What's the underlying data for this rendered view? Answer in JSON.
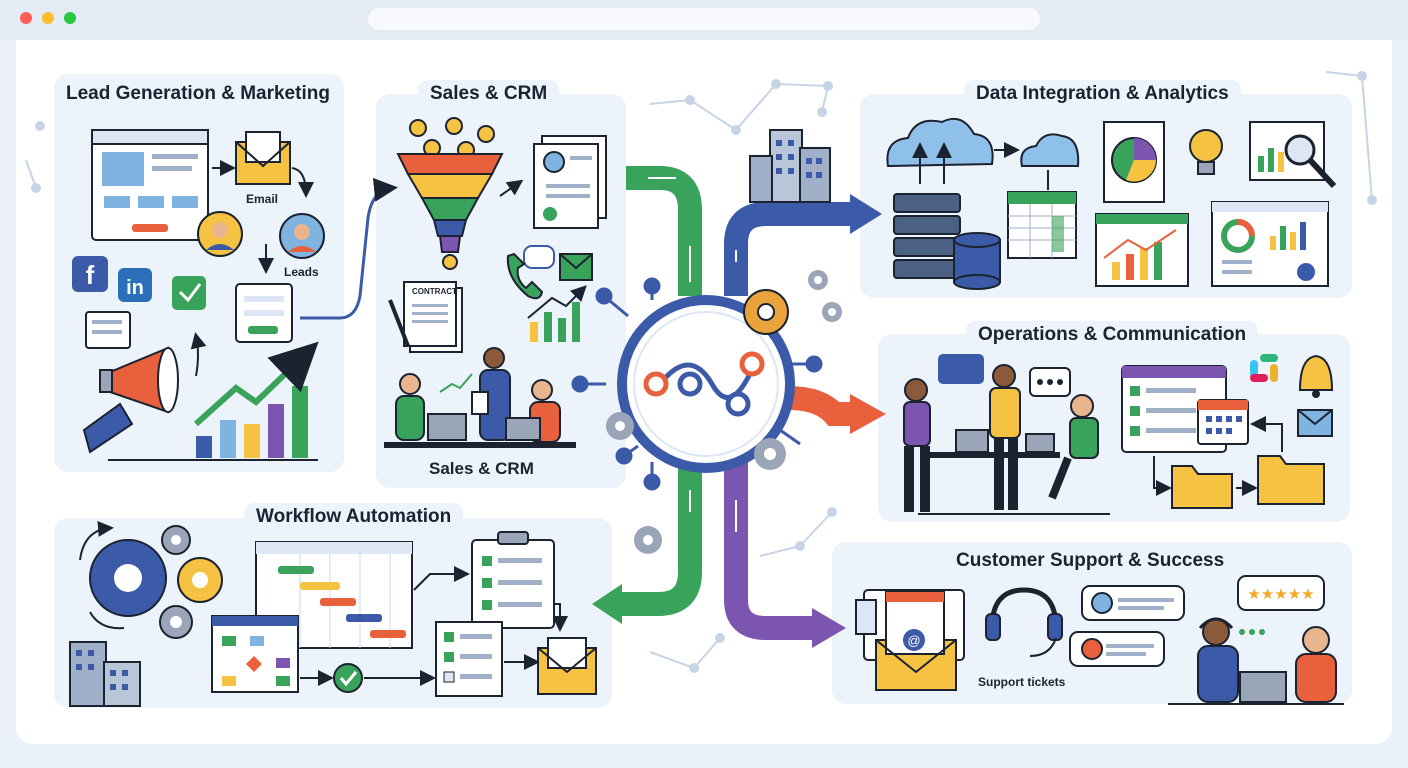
{
  "window": {
    "traffic_lights": [
      "#ff5f57",
      "#febc2e",
      "#28c840"
    ]
  },
  "panels": {
    "lead_generation": {
      "title": "Lead Generation & Marketing",
      "email_label": "Email",
      "leads_label": "Leads"
    },
    "sales_crm": {
      "title": "Sales & CRM",
      "caption": "Sales & CRM",
      "contract_label": "CONTRACT"
    },
    "data_integration": {
      "title": "Data Integration & Analytics"
    },
    "operations": {
      "title": "Operations & Communication"
    },
    "workflow": {
      "title": "Workflow Automation"
    },
    "support": {
      "title": "Customer Support & Success",
      "tickets_label": "Support tickets"
    }
  },
  "colors": {
    "panel_bg": "#edf3fa",
    "hub_ring": "#3b5aa8",
    "flow_green": "#3aa35b",
    "flow_blue": "#3b5aa8",
    "flow_orange": "#e8603c",
    "flow_purple": "#7b55b0",
    "accent_yellow": "#f5c242"
  },
  "icons": [
    "facebook-icon",
    "linkedin-icon",
    "megaphone-icon",
    "funnel-icon",
    "contract-icon",
    "phone-icon",
    "chat-icon",
    "cloud-icon",
    "server-icon",
    "database-icon",
    "pie-chart-icon",
    "lightbulb-icon",
    "magnifier-icon",
    "gear-icon",
    "calendar-icon",
    "folder-icon",
    "bell-icon",
    "slack-icon",
    "envelope-icon",
    "headset-icon",
    "star-rating-icon",
    "building-icon",
    "checklist-icon",
    "hub-workflow-icon"
  ]
}
